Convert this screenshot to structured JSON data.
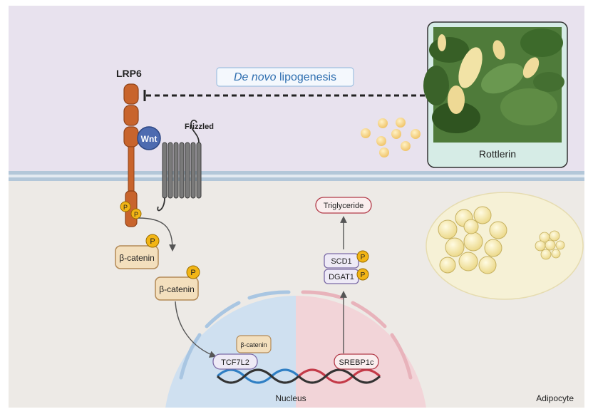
{
  "labels": {
    "lrp6": "LRP6",
    "wnt": "Wnt",
    "frizzled": "Frizzled",
    "de_novo_italic": "De novo",
    "de_novo_rest": " lipogenesis",
    "rottlerin": "Rottlerin",
    "phospho": "P",
    "beta_catenin": "β-catenin",
    "tcf7l2": "TCF7L2",
    "srebp1c": "SREBP1c",
    "scd1": "SCD1",
    "dgat1": "DGAT1",
    "triglyceride": "Triglyceride",
    "nucleus": "Nucleus",
    "adipocyte": "Adipocyte"
  },
  "colors": {
    "extracellular_bg": "#e8e2ee",
    "cytoplasm_bg": "#edeae6",
    "membrane": "#b3c7d9",
    "lrp6_orange": "#c8642c",
    "wnt_blue": "#4d6bb0",
    "frizzled_grey": "#6f6f6f",
    "phospho_yellow": "#f2b515",
    "catenin_fill": "#f3dfbd",
    "catenin_stroke": "#b38a57",
    "nucleus_blue": "#cfe0f0",
    "nucleus_pink": "#f2d4d8",
    "label_purple": "#7b6aa6",
    "label_red": "#b23a48",
    "dna_blue": "#2f7fc4",
    "dna_red": "#c43a48",
    "lipid_yellow": "#f7e9a8"
  }
}
